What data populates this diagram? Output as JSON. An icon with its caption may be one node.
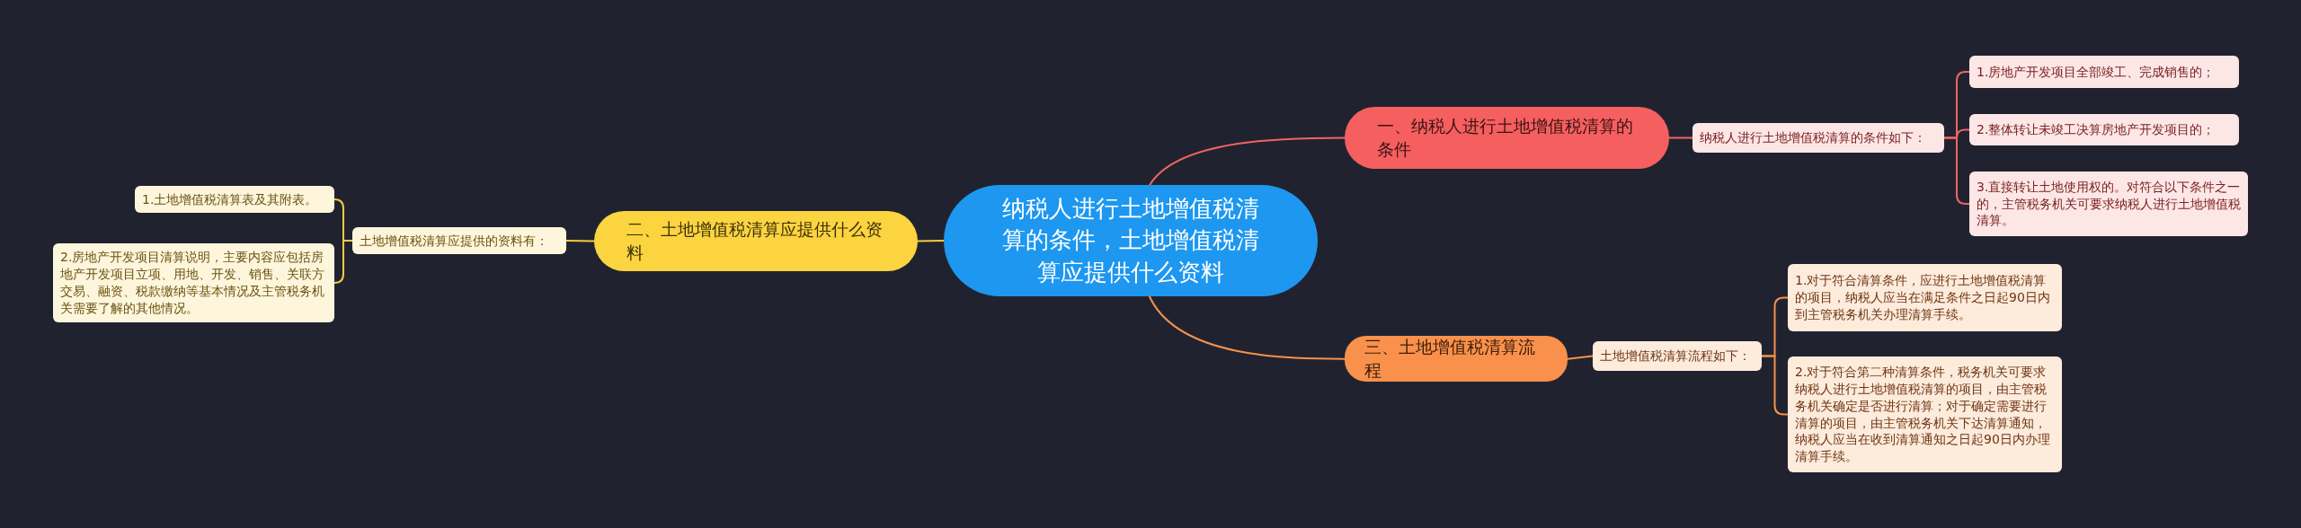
{
  "diagram": {
    "nodes": [
      {
        "text": [
          "纳税人进行土地增值税清算的条件，土地增值税清算应提供什么资料"
        ]
      },
      {
        "text": [
          "一、纳税人进行土地增值税清算的条件"
        ]
      },
      {
        "text": [
          "纳税人进行土地增值税清算的条件如下："
        ]
      },
      {
        "text": [
          "1.房地产开发项目全部竣工、完成销售的；"
        ]
      },
      {
        "text": [
          "2.整体转让未竣工决算房地产开发项目的；"
        ]
      },
      {
        "text": [
          "3.直接转让土地使用权的。对符合以下条件之一的，主管税务机关可要求纳税人进行土地增值税清算。"
        ]
      },
      {
        "text": [
          "二、土地增值税清算应提供什么资料"
        ]
      },
      {
        "text": [
          "土地增值税清算应提供的资料有："
        ]
      },
      {
        "text": [
          "1.土地增值税清算表及其附表。"
        ]
      },
      {
        "text": [
          "2.房地产开发项目清算说明，主要内容应包括房地产开发项目立项、用地、开发、销售、关联方交易、融资、税款缴纳等基本情况及主管税务机关需要了解的其他情况。"
        ]
      },
      {
        "text": [
          "三、土地增值税清算流程"
        ]
      },
      {
        "text": [
          "土地增值税清算流程如下："
        ]
      },
      {
        "text": [
          "1.对于符合清算条件，应进行土地增值税清算的项目，纳税人应当在满足条件之日起90日内到主管税务机关办理清算手续。"
        ]
      },
      {
        "text": [
          "2.对于符合第二种清算条件，税务机关可要求纳税人进行土地增值税清算的项目，由主管税务机关确定是否进行清算；对于确定需要进行清算的项目，由主管税务机关下达清算通知，纳税人应当在收到清算通知之日起90日内办理清算手续。"
        ]
      }
    ],
    "edges": [
      {
        "from": 0,
        "to": 1,
        "arrow": "none",
        "color": "#f06464"
      },
      {
        "from": 1,
        "to": 2,
        "arrow": "none",
        "color": "#f06464"
      },
      {
        "from": 2,
        "to": 3,
        "arrow": "none",
        "color": "#f06464"
      },
      {
        "from": 2,
        "to": 4,
        "arrow": "none",
        "color": "#f06464"
      },
      {
        "from": 2,
        "to": 5,
        "arrow": "none",
        "color": "#f06464"
      },
      {
        "from": 0,
        "to": 6,
        "arrow": "none",
        "color": "#f5cc3c"
      },
      {
        "from": 6,
        "to": 7,
        "arrow": "none",
        "color": "#f5cc3c"
      },
      {
        "from": 7,
        "to": 8,
        "arrow": "none",
        "color": "#f5cc3c"
      },
      {
        "from": 7,
        "to": 9,
        "arrow": "none",
        "color": "#f5cc3c"
      },
      {
        "from": 0,
        "to": 10,
        "arrow": "none",
        "color": "#f5914c"
      },
      {
        "from": 10,
        "to": 11,
        "arrow": "none",
        "color": "#f5914c"
      },
      {
        "from": 11,
        "to": 12,
        "arrow": "none",
        "color": "#f5914c"
      },
      {
        "from": 11,
        "to": 13,
        "arrow": "none",
        "color": "#f5914c"
      }
    ]
  }
}
